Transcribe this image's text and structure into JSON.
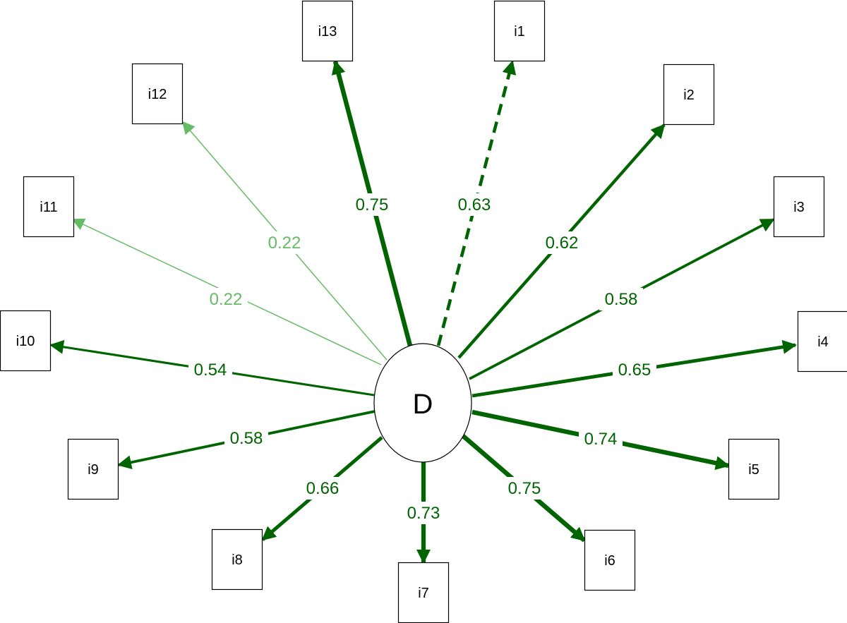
{
  "factor": {
    "label": "D"
  },
  "colors": {
    "strong": "#006400",
    "weak": "#66bb66",
    "box_stroke": "#000000",
    "background": "#ffffff"
  },
  "items": [
    {
      "id": "i1",
      "label": "i1",
      "loading": "0.63",
      "style": "dashed",
      "strength": "strong"
    },
    {
      "id": "i2",
      "label": "i2",
      "loading": "0.62",
      "style": "solid",
      "strength": "strong"
    },
    {
      "id": "i3",
      "label": "i3",
      "loading": "0.58",
      "style": "solid",
      "strength": "strong"
    },
    {
      "id": "i4",
      "label": "i4",
      "loading": "0.65",
      "style": "solid",
      "strength": "strong"
    },
    {
      "id": "i5",
      "label": "i5",
      "loading": "0.74",
      "style": "solid",
      "strength": "strong"
    },
    {
      "id": "i6",
      "label": "i6",
      "loading": "0.75",
      "style": "solid",
      "strength": "strong"
    },
    {
      "id": "i7",
      "label": "i7",
      "loading": "0.73",
      "style": "solid",
      "strength": "strong"
    },
    {
      "id": "i8",
      "label": "i8",
      "loading": "0.66",
      "style": "solid",
      "strength": "strong"
    },
    {
      "id": "i9",
      "label": "i9",
      "loading": "0.58",
      "style": "solid",
      "strength": "strong"
    },
    {
      "id": "i10",
      "label": "i10",
      "loading": "0.54",
      "style": "solid",
      "strength": "strong"
    },
    {
      "id": "i11",
      "label": "i11",
      "loading": "0.22",
      "style": "solid",
      "strength": "weak"
    },
    {
      "id": "i12",
      "label": "i12",
      "loading": "0.22",
      "style": "solid",
      "strength": "weak"
    },
    {
      "id": "i13",
      "label": "i13",
      "loading": "0.75",
      "style": "solid",
      "strength": "strong"
    }
  ]
}
